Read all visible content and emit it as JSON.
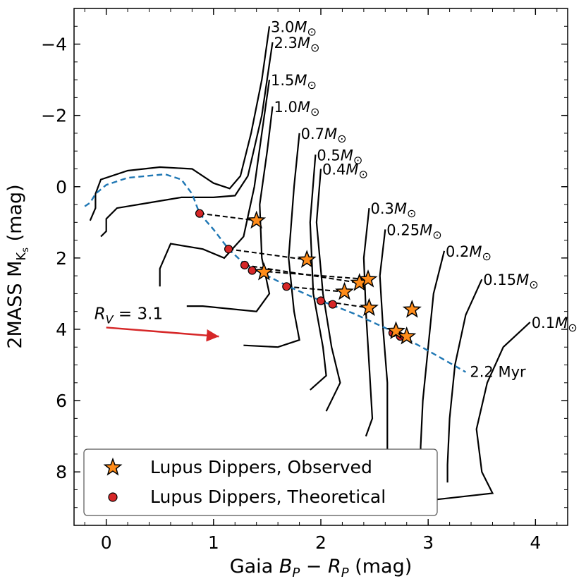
{
  "chart_data": {
    "type": "scatter",
    "xlabel": "Gaia B_P − R_P (mag)",
    "ylabel": "2MASS M_Ks (mag)",
    "xlim": [
      -0.3,
      4.3
    ],
    "ylim": [
      9.5,
      -5.0
    ],
    "y_inverted": true,
    "x_ticks": [
      "0",
      "1",
      "2",
      "3",
      "4"
    ],
    "y_ticks": [
      "−4",
      "−2",
      "0",
      "2",
      "4",
      "6",
      "8"
    ],
    "tick_direction": "in",
    "series": [
      {
        "name": "Lupus Dippers, Observed",
        "marker": "star",
        "color": "#ff8c1a",
        "points": [
          [
            1.4,
            0.95
          ],
          [
            1.87,
            2.05
          ],
          [
            2.36,
            2.7
          ],
          [
            2.44,
            2.6
          ],
          [
            2.22,
            2.95
          ],
          [
            1.47,
            2.4
          ],
          [
            2.45,
            3.4
          ],
          [
            2.85,
            3.45
          ],
          [
            2.7,
            4.05
          ],
          [
            2.8,
            4.2
          ]
        ]
      },
      {
        "name": "Lupus Dippers, Theoretical",
        "marker": "circle",
        "color": "#d62728",
        "points": [
          [
            0.87,
            0.75
          ],
          [
            1.14,
            1.75
          ],
          [
            1.29,
            2.2
          ],
          [
            1.36,
            2.35
          ],
          [
            1.68,
            2.8
          ],
          [
            2.0,
            3.2
          ],
          [
            2.11,
            3.3
          ],
          [
            2.67,
            4.1
          ],
          [
            2.74,
            4.2
          ]
        ]
      }
    ],
    "pair_links": [
      [
        0,
        0
      ],
      [
        1,
        1
      ],
      [
        2,
        2
      ],
      [
        3,
        3
      ],
      [
        4,
        4
      ],
      [
        5,
        6
      ]
    ],
    "isochrone": {
      "label": "2.2 Myr",
      "color": "#1f77b4",
      "points": [
        [
          -0.2,
          0.55
        ],
        [
          -0.15,
          0.45
        ],
        [
          -0.1,
          0.2
        ],
        [
          0.0,
          -0.05
        ],
        [
          0.2,
          -0.25
        ],
        [
          0.55,
          -0.35
        ],
        [
          0.7,
          -0.2
        ],
        [
          0.8,
          0.2
        ],
        [
          0.87,
          0.75
        ],
        [
          1.0,
          1.2
        ],
        [
          1.14,
          1.75
        ],
        [
          1.3,
          2.2
        ],
        [
          1.5,
          2.5
        ],
        [
          1.7,
          2.8
        ],
        [
          2.0,
          3.2
        ],
        [
          2.3,
          3.55
        ],
        [
          2.7,
          4.1
        ],
        [
          3.0,
          4.6
        ],
        [
          3.35,
          5.2
        ]
      ]
    },
    "tracks": [
      {
        "label": "3.0M⊙",
        "points": [
          [
            1.52,
            -4.5
          ],
          [
            1.45,
            -3.0
          ],
          [
            1.35,
            -1.5
          ],
          [
            1.25,
            -0.3
          ],
          [
            1.15,
            0.05
          ],
          [
            1.0,
            -0.1
          ],
          [
            0.8,
            -0.5
          ],
          [
            0.5,
            -0.55
          ],
          [
            0.2,
            -0.45
          ],
          [
            -0.05,
            -0.2
          ],
          [
            -0.1,
            0.2
          ],
          [
            -0.1,
            0.6
          ],
          [
            -0.15,
            0.95
          ]
        ]
      },
      {
        "label": "2.3M⊙",
        "points": [
          [
            1.55,
            -4.05
          ],
          [
            1.45,
            -2.0
          ],
          [
            1.32,
            -0.3
          ],
          [
            1.2,
            0.25
          ],
          [
            1.0,
            0.3
          ],
          [
            0.7,
            0.3
          ],
          [
            0.4,
            0.45
          ],
          [
            0.1,
            0.6
          ],
          [
            0.0,
            0.9
          ],
          [
            0.0,
            1.25
          ],
          [
            -0.05,
            1.4
          ]
        ]
      },
      {
        "label": "1.5M⊙",
        "points": [
          [
            1.52,
            -3.0
          ],
          [
            1.45,
            -1.5
          ],
          [
            1.38,
            0.0
          ],
          [
            1.28,
            1.4
          ],
          [
            1.1,
            2.0
          ],
          [
            0.9,
            1.75
          ],
          [
            0.6,
            1.6
          ],
          [
            0.5,
            2.3
          ],
          [
            0.5,
            2.8
          ]
        ]
      },
      {
        "label": "1.0M⊙",
        "points": [
          [
            1.55,
            -2.25
          ],
          [
            1.5,
            -1.0
          ],
          [
            1.43,
            0.5
          ],
          [
            1.45,
            2.0
          ],
          [
            1.52,
            3.0
          ],
          [
            1.4,
            3.5
          ],
          [
            0.9,
            3.35
          ],
          [
            0.75,
            3.35
          ]
        ]
      },
      {
        "label": "0.7M⊙",
        "points": [
          [
            1.8,
            -1.5
          ],
          [
            1.75,
            0.0
          ],
          [
            1.7,
            2.0
          ],
          [
            1.75,
            3.5
          ],
          [
            1.8,
            4.3
          ],
          [
            1.6,
            4.5
          ],
          [
            1.28,
            4.45
          ]
        ]
      },
      {
        "label": "0.5M⊙",
        "points": [
          [
            1.95,
            -0.9
          ],
          [
            1.9,
            1.0
          ],
          [
            1.93,
            3.0
          ],
          [
            2.02,
            4.5
          ],
          [
            2.05,
            5.3
          ],
          [
            1.9,
            5.7
          ]
        ]
      },
      {
        "label": "0.4M⊙",
        "points": [
          [
            2.0,
            -0.5
          ],
          [
            1.96,
            1.0
          ],
          [
            2.02,
            3.0
          ],
          [
            2.1,
            4.5
          ],
          [
            2.18,
            5.5
          ],
          [
            2.05,
            6.3
          ]
        ]
      },
      {
        "label": "0.3M⊙",
        "points": [
          [
            2.45,
            0.6
          ],
          [
            2.4,
            2.0
          ],
          [
            2.42,
            3.5
          ],
          [
            2.45,
            5.0
          ],
          [
            2.48,
            6.5
          ],
          [
            2.42,
            7.0
          ]
        ]
      },
      {
        "label": "0.25M⊙",
        "points": [
          [
            2.6,
            1.2
          ],
          [
            2.55,
            2.5
          ],
          [
            2.58,
            4.0
          ],
          [
            2.62,
            5.5
          ],
          [
            2.62,
            7.0
          ],
          [
            2.62,
            7.7
          ]
        ]
      },
      {
        "label": "0.2M⊙",
        "points": [
          [
            3.15,
            1.8
          ],
          [
            3.05,
            3.0
          ],
          [
            3.0,
            4.5
          ],
          [
            2.95,
            6.0
          ],
          [
            2.93,
            7.3
          ],
          [
            2.93,
            8.3
          ]
        ]
      },
      {
        "label": "0.15M⊙",
        "points": [
          [
            3.5,
            2.6
          ],
          [
            3.35,
            3.6
          ],
          [
            3.25,
            5.0
          ],
          [
            3.2,
            6.5
          ],
          [
            3.18,
            7.8
          ],
          [
            3.18,
            8.3
          ]
        ]
      },
      {
        "label": "0.1M⊙",
        "points": [
          [
            3.95,
            3.8
          ],
          [
            3.7,
            4.5
          ],
          [
            3.55,
            5.5
          ],
          [
            3.45,
            6.8
          ],
          [
            3.5,
            8.0
          ],
          [
            3.6,
            8.6
          ],
          [
            2.7,
            8.9
          ]
        ]
      }
    ],
    "extinction_vector": {
      "label": "R_V = 3.1",
      "color": "#d62728",
      "from": [
        0.0,
        3.95
      ],
      "to": [
        1.05,
        4.2
      ]
    },
    "legend": {
      "placement": "lower-left",
      "frame": true
    }
  }
}
